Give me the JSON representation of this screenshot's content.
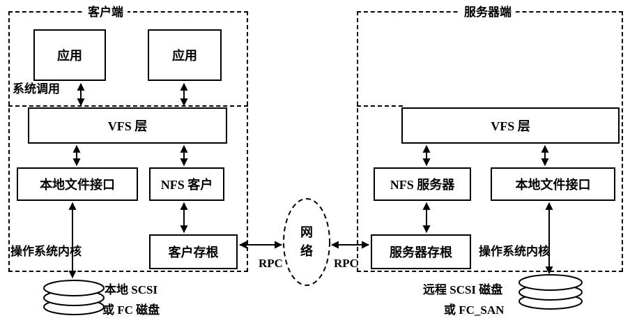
{
  "diagram": {
    "client": {
      "title": "客户端",
      "apps": [
        "应用",
        "应用"
      ],
      "syscall_label": "系统调用",
      "vfs_label": "VFS 层",
      "local_file_interface": "本地文件接口",
      "nfs_client": "NFS 客户",
      "client_stub": "客户存根",
      "kernel_label": "操作系统内核",
      "disk_label_line1": "本地 SCSI",
      "disk_label_line2": "或 FC 磁盘"
    },
    "network": {
      "label": "网\n络",
      "rpc_left": "RPC",
      "rpc_right": "RPC"
    },
    "server": {
      "title": "服务器端",
      "vfs_label": "VFS 层",
      "nfs_server": "NFS 服务器",
      "local_file_interface": "本地文件接口",
      "server_stub": "服务器存根",
      "kernel_label": "操作系统内核",
      "disk_label_line1": "远程 SCSI 磁盘",
      "disk_label_line2": "或 FC_SAN"
    }
  },
  "colors": {
    "line": "#000000",
    "background": "#ffffff"
  }
}
